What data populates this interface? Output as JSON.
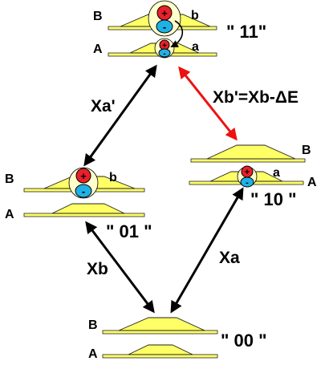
{
  "levels": {
    "top": {
      "state_label": "\" 11\"",
      "upper_label": "B",
      "lower_label": "A",
      "upper_sub": "b",
      "lower_sub": "a"
    },
    "left": {
      "state_label": "\" 01 \"",
      "upper_label": "B",
      "lower_label": "A",
      "upper_sub": "b"
    },
    "right": {
      "state_label": "\" 10 \"",
      "upper_label": "B",
      "lower_label": "A",
      "lower_sub": "a"
    },
    "bottom": {
      "state_label": "\" 00 \"",
      "upper_label": "B",
      "lower_label": "A"
    }
  },
  "charges": {
    "plus": "+",
    "minus": "-"
  },
  "transitions": {
    "xa_prime": "Xa'",
    "xb_prime": "Xb'=Xb-ΔE",
    "xb": "Xb",
    "xa": "Xa"
  },
  "colors": {
    "pad": "#ffff66",
    "plus": "#e8202a",
    "minus": "#1fb0e6",
    "highlight_arrow": "#ee1111",
    "arrow": "#000000"
  }
}
